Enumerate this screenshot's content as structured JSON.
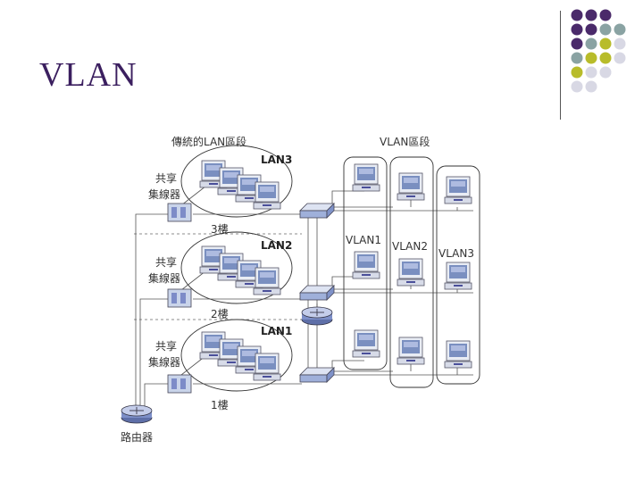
{
  "slide": {
    "title": "VLAN"
  },
  "deco_colors": [
    "#4a2a6a",
    "#8aa3a3",
    "#b8bc2a",
    "#d8d8e4"
  ],
  "diagram": {
    "traditional_header": "傳統的LAN區段",
    "vlan_header": "VLAN區段",
    "hub_label_line1": "共享",
    "hub_label_line2": "集線器",
    "lan3": "LAN3",
    "lan2": "LAN2",
    "lan1": "LAN1",
    "floor3": "3樓",
    "floor2": "2樓",
    "floor1": "1樓",
    "router_label": "路由器",
    "vlan1": "VLAN1",
    "vlan2": "VLAN2",
    "vlan3": "VLAN3"
  }
}
